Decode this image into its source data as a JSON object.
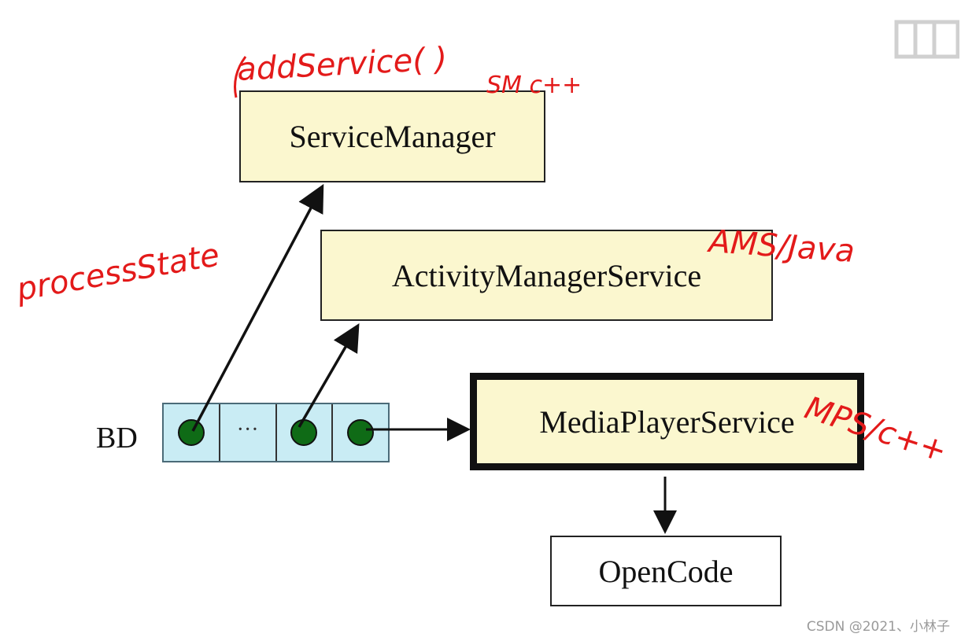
{
  "nodes": {
    "service_manager": "ServiceManager",
    "activity_manager_service": "ActivityManagerService",
    "media_player_service": "MediaPlayerService",
    "open_code": "OpenCode"
  },
  "bd": {
    "label": "BD",
    "ellipsis": "···"
  },
  "annotations": {
    "add_service": "addService( )",
    "sm_cpp": "SM c++",
    "process_state": "processState",
    "ams_java": "AMS/Java",
    "mps_cpp": "MPS/c++"
  },
  "colors": {
    "box_fill": "#fbf7cf",
    "bd_fill": "#c9ecf4",
    "dot_fill": "#0f6b16",
    "handwriting": "#e31a1a"
  },
  "watermark": "CSDN @2021、小林子"
}
